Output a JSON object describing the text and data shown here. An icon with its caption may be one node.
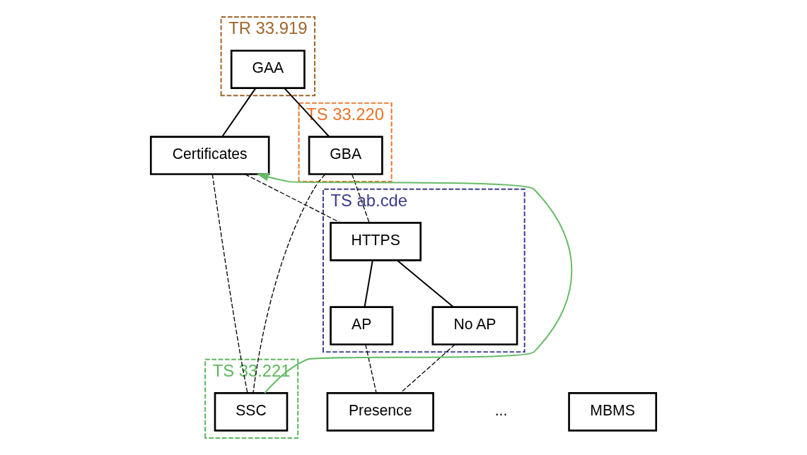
{
  "diagram": {
    "nodes": [
      {
        "text": [
          "TR 33.919"
        ]
      },
      {
        "text": [
          "GAA"
        ],
        "in": 0
      },
      {
        "text": [
          "TS 33.220"
        ]
      },
      {
        "text": [
          "GBA"
        ],
        "in": 2
      },
      {
        "text": [
          "Certificates"
        ]
      },
      {
        "text": [
          "TS ab.cde"
        ]
      },
      {
        "text": [
          "HTTPS"
        ],
        "in": 5
      },
      {
        "text": [
          "AP"
        ],
        "in": 5
      },
      {
        "text": [
          "No AP"
        ],
        "in": 5
      },
      {
        "text": [
          "Presence"
        ]
      },
      {
        "text": [
          "MBMS"
        ]
      },
      {
        "text": [
          "TS 33.221"
        ]
      },
      {
        "text": [
          "SSC"
        ],
        "in": 11
      }
    ],
    "edges": [
      {
        "from": 1,
        "to": 3,
        "arrow": "none"
      },
      {
        "from": 1,
        "to": 4,
        "arrow": "none"
      },
      {
        "from": 3,
        "to": 6,
        "arrow": "none",
        "style": "dashed"
      },
      {
        "from": 4,
        "to": 6,
        "arrow": "none",
        "style": "dashed"
      },
      {
        "from": 6,
        "to": 7,
        "arrow": "none"
      },
      {
        "from": 6,
        "to": 8,
        "arrow": "none"
      },
      {
        "from": 7,
        "to": 9,
        "arrow": "none",
        "style": "dashed"
      },
      {
        "from": 8,
        "to": 9,
        "arrow": "none",
        "style": "dashed"
      },
      {
        "from": 3,
        "to": 12,
        "arrow": "none",
        "style": "dashed"
      },
      {
        "from": 4,
        "to": 12,
        "arrow": "none",
        "style": "dashed"
      },
      {
        "from": 12,
        "to": 4,
        "arrow": "to",
        "color": "#66bb66"
      }
    ],
    "labels": [
      "..."
    ]
  }
}
